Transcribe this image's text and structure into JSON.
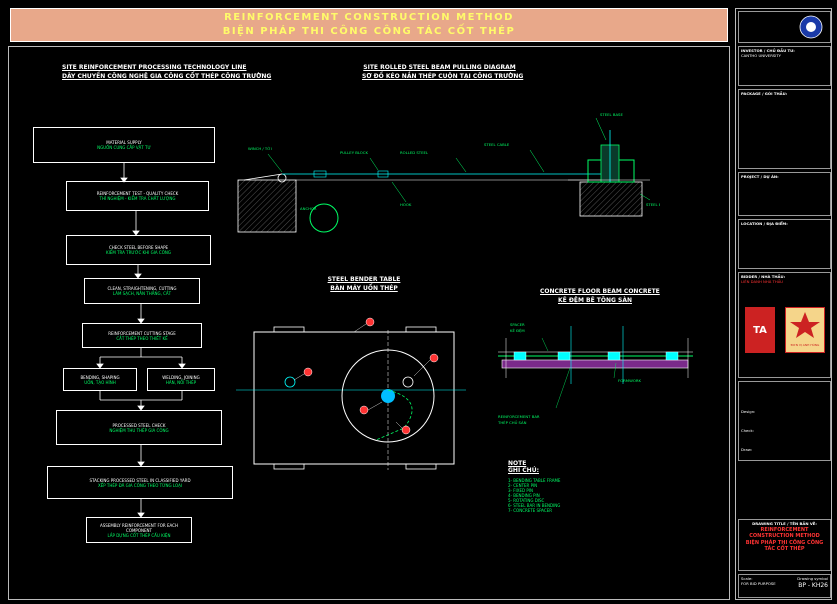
{
  "title": {
    "en": "REINFORCEMENT CONSTRUCTION METHOD",
    "vi": "BIỆN PHÁP THI CÔNG CÔNG TÁC CỐT THÉP"
  },
  "sections": {
    "flow_en": "SITE REINFORCEMENT PROCESSING TECHNOLOGY LINE",
    "flow_vi": "DÂY CHUYỀN CÔNG NGHỆ GIA CÔNG CỐT THÉP CÔNG TRƯỜNG",
    "pull_en": "SITE ROLLED STEEL BEAM PULLING DIAGRAM",
    "pull_vi": "SƠ ĐỒ KÉO NẮN THÉP CUỘN TẠI CÔNG TRƯỜNG",
    "bender_en": "STEEL BENDER TABLE",
    "bender_vi": "BÀN MÁY UỐN THÉP",
    "floor_en": "CONCRETE FLOOR BEAM CONCRETE",
    "floor_vi": "KÊ ĐỆM BÊ TÔNG SÀN",
    "note_en": "NOTE",
    "note_vi": "GHI CHÚ:"
  },
  "flow": [
    {
      "en": "MATERIAL SUPPLY",
      "vi": "NGUỒN CUNG CẤP VẬT TƯ"
    },
    {
      "en": "REINFORCEMENT TEST - QUALITY CHECK",
      "vi": "THÍ NGHIỆM - KIỂM TRA CHẤT LƯỢNG"
    },
    {
      "en": "CHECK STEEL BEFORE SHAPE",
      "vi": "KIỂM TRA TRƯỚC KHI GIA CÔNG"
    },
    {
      "en": "CLEAN, STRAIGHTENING, CUTTING",
      "vi": "LÀM SẠCH, NẮN THẲNG, CẮT"
    },
    {
      "en": "REINFORCEMENT CUTTING STAGE",
      "vi": "CẮT THÉP THEO THIẾT KẾ"
    },
    {
      "en": "BENDING, SHAPING",
      "vi": "UỐN, TẠO HÌNH"
    },
    {
      "en": "WELDING, JOINING",
      "vi": "HÀN, NỐI THÉP"
    },
    {
      "en": "PROCESSED STEEL CHECK",
      "vi": "NGHIỆM THU THÉP GIA CÔNG"
    },
    {
      "en": "STACKING PROCESSED STEEL IN CLASSIFIED YARD",
      "vi": "XẾP THÉP ĐÃ GIA CÔNG THEO TỪNG LOẠI"
    },
    {
      "en": "ASSEMBLY REINFORCEMENT FOR EACH COMPONENT",
      "vi": "LẮP DỰNG CỐT THÉP CẤU KIỆN"
    }
  ],
  "pull_labels": [
    "WINCH / TỜI",
    "PULLEY BLOCK / RÒNG RỌC",
    "ROLLED STEEL / THÉP CUỘN",
    "ANCHOR STAKE / CỌC NEO",
    "STEEL BASE / ĐẾ THÉP"
  ],
  "bender_callouts": [
    "1",
    "2",
    "3",
    "4",
    "5"
  ],
  "notes": [
    "1- BENDING TABLE FRAME",
    "2- CENTER PIN",
    "3- FIXED PIN",
    "4- BENDING PIN",
    "5- ROTATING DISC",
    "6- STEEL BAR IN BENDING",
    "7- CONCRETE SPACER"
  ],
  "panel": {
    "investor_label": "INVESTOR / CHỦ ĐẦU TƯ:",
    "investor": "CANTHO UNIVERSITY",
    "package_label": "PACKAGE / GÓI THẦU:",
    "project_label": "PROJECT / DỰ ÁN:",
    "location_label": "LOCATION / ĐỊA ĐIỂM:",
    "bidder_label": "BIDDER / NHÀ THẦU:",
    "bidder_red": "LIÊN DANH NHÀ THẦU",
    "logo1_text": "TA",
    "logo2_text": "ĐƠN VỊ ANH HÙNG",
    "drawing_title_label": "DRAWING TITLE / TÊN BẢN VẼ:",
    "drawing_title_en": "REINFORCEMENT CONSTRUCTION METHOD",
    "drawing_title_vi": "BIỆN PHÁP THI CÔNG CÔNG TÁC CỐT THÉP",
    "drawing_no_label": "Drawing symbol",
    "drawing_no": "BP - KH26",
    "scale_label": "Scale:",
    "scale_value": "FOR BID PURPOSE",
    "designer_label": "Design:",
    "check_label": "Check:",
    "draw_label": "Draw:"
  },
  "colors": {
    "title_bg": "#e8a88a",
    "title_text": "#fffb6a",
    "line_green": "#00ff66",
    "line_cyan": "#00ffff",
    "line_yellow": "#ffff00",
    "callout_red": "#ff3333"
  }
}
